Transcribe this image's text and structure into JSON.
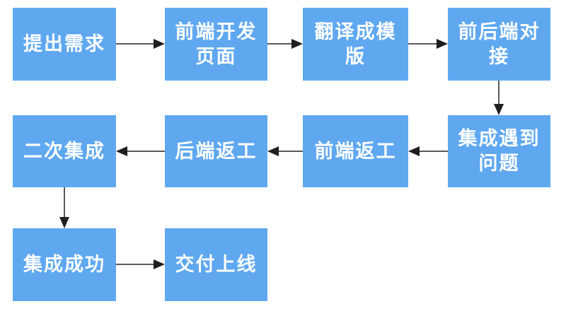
{
  "diagram": {
    "type": "flowchart",
    "nodes": [
      {
        "id": "n1",
        "label": "提出需求"
      },
      {
        "id": "n2",
        "label": "前端开发页面"
      },
      {
        "id": "n3",
        "label": "翻译成模版"
      },
      {
        "id": "n4",
        "label": "前后端对接"
      },
      {
        "id": "n5",
        "label": "集成遇到问题"
      },
      {
        "id": "n6",
        "label": "前端返工"
      },
      {
        "id": "n7",
        "label": "后端返工"
      },
      {
        "id": "n8",
        "label": "二次集成"
      },
      {
        "id": "n9",
        "label": "集成成功"
      },
      {
        "id": "n10",
        "label": "交付上线"
      }
    ],
    "edges": [
      {
        "from": "提出需求",
        "to": "前端开发页面",
        "direction": "right"
      },
      {
        "from": "前端开发页面",
        "to": "翻译成模版",
        "direction": "right"
      },
      {
        "from": "翻译成模版",
        "to": "前后端对接",
        "direction": "right"
      },
      {
        "from": "前后端对接",
        "to": "集成遇到问题",
        "direction": "down"
      },
      {
        "from": "集成遇到问题",
        "to": "前端返工",
        "direction": "left"
      },
      {
        "from": "前端返工",
        "to": "后端返工",
        "direction": "left"
      },
      {
        "from": "后端返工",
        "to": "二次集成",
        "direction": "left"
      },
      {
        "from": "二次集成",
        "to": "集成成功",
        "direction": "down"
      },
      {
        "from": "集成成功",
        "to": "交付上线",
        "direction": "right"
      }
    ]
  },
  "colors": {
    "node_fill": "#5fa8f0",
    "node_text": "#ffffff",
    "arrow_line": "#595959",
    "arrow_head": "#1f1f1f",
    "canvas_background": "#ffffff"
  }
}
